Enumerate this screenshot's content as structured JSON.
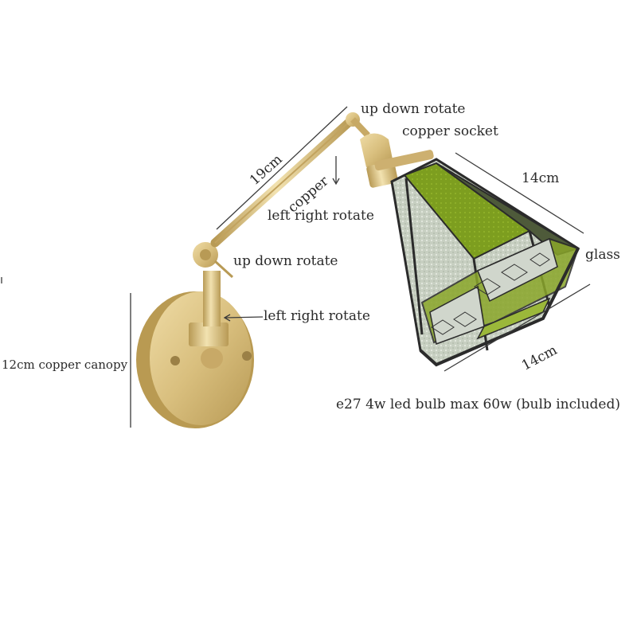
{
  "labels": {
    "up_down_rotate_top": "up down rotate",
    "copper_socket": "copper socket",
    "arm_length": "19cm",
    "copper": "copper",
    "left_right_rotate_upper": "left right rotate",
    "up_down_rotate_joint": "up down rotate",
    "left_right_rotate_lower": "left right rotate",
    "canopy": "12cm copper canopy",
    "shade_top_width": "14cm",
    "glass": "glass",
    "shade_height": "14cm",
    "bulb": "e27 4w led bulb max 60w  (bulb included)"
  },
  "colors": {
    "brass": "#d9bf7e",
    "brass_dark": "#b89a55",
    "glass_green": "#7a9a1e",
    "glass_clear": "#c9d2c4",
    "lead": "#2b2b2b"
  }
}
